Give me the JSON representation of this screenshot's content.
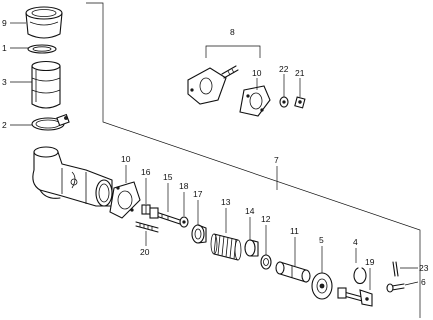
{
  "callouts": {
    "n1": "1",
    "n2": "2",
    "n3": "3",
    "n4": "4",
    "n5": "5",
    "n6": "6",
    "n7": "7",
    "n8": "8",
    "n9": "9",
    "n10a": "10",
    "n10b": "10",
    "n11": "11",
    "n12": "12",
    "n13": "13",
    "n14": "14",
    "n15": "15",
    "n16": "16",
    "n17": "17",
    "n18": "18",
    "n19": "19",
    "n20": "20",
    "n21": "21",
    "n22": "22",
    "n23": "23"
  }
}
